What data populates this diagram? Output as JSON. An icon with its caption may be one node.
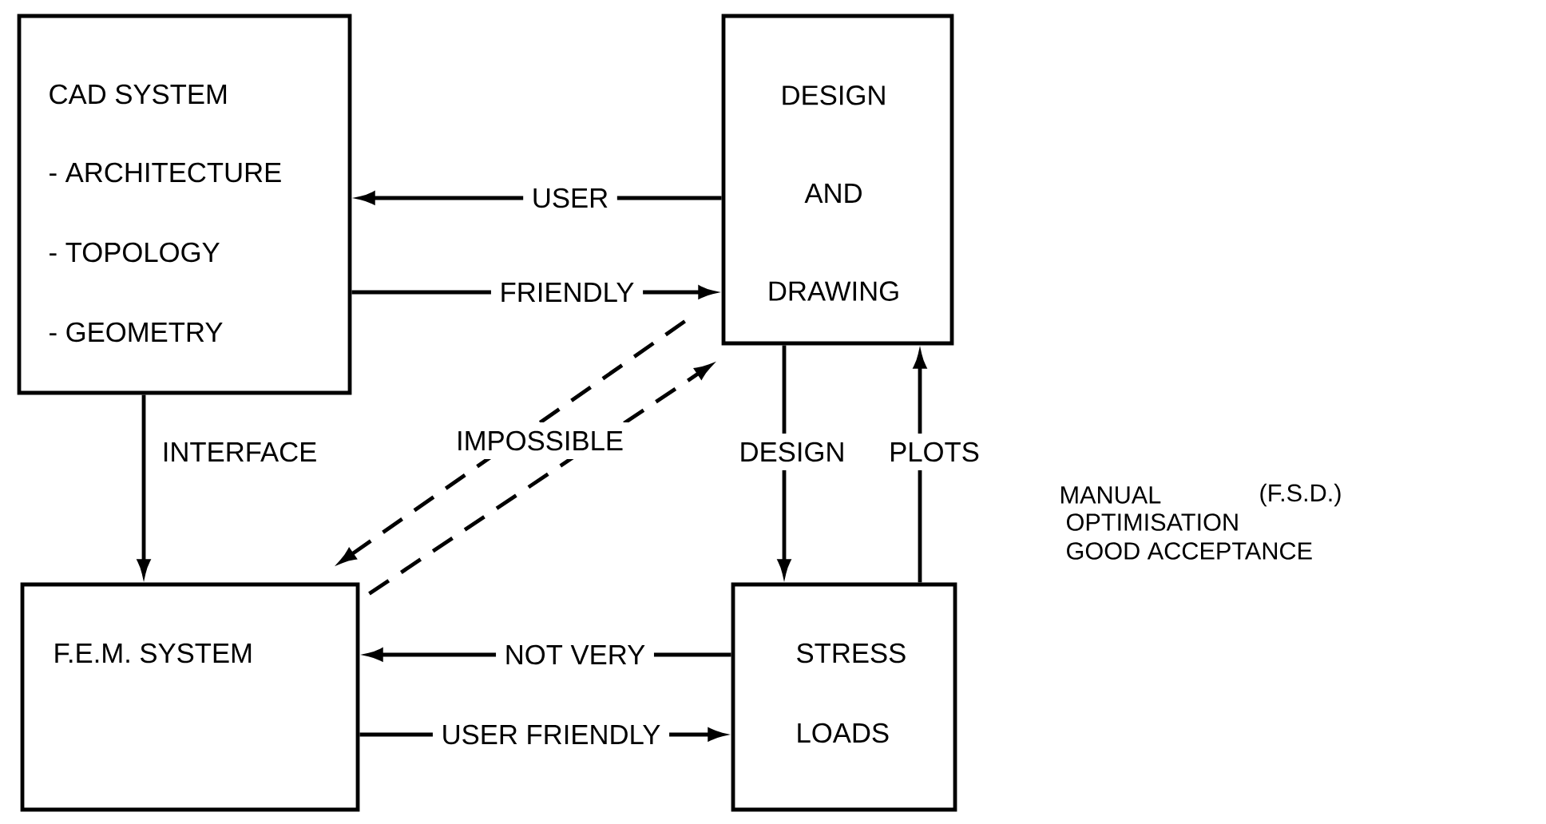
{
  "diagram": {
    "nodes": [
      {
        "text": [
          "CAD SYSTEM",
          "- ARCHITECTURE",
          "- TOPOLOGY",
          "- GEOMETRY"
        ]
      },
      {
        "text": [
          "DESIGN AND DRAWING"
        ]
      },
      {
        "text": [
          "F.E.M. SYSTEM"
        ]
      },
      {
        "text": [
          "STRESS",
          "LOADS"
        ]
      }
    ],
    "edges": [
      {
        "from": 1,
        "to": 0,
        "arrow": "to",
        "label": "USER"
      },
      {
        "from": 0,
        "to": 1,
        "arrow": "to",
        "label": "FRIENDLY"
      },
      {
        "from": 0,
        "to": 2,
        "arrow": "to",
        "label": "INTERFACE"
      },
      {
        "from": 1,
        "to": 2,
        "arrow": "to",
        "style": "dashed",
        "label": "IMPOSSIBLE"
      },
      {
        "from": 2,
        "to": 1,
        "arrow": "to",
        "style": "dashed"
      },
      {
        "from": 1,
        "to": 3,
        "arrow": "to",
        "label": "DESIGN"
      },
      {
        "from": 3,
        "to": 1,
        "arrow": "to",
        "label": "PLOTS"
      },
      {
        "from": 3,
        "to": 2,
        "arrow": "to",
        "label": "NOT VERY"
      },
      {
        "from": 2,
        "to": 3,
        "arrow": "to",
        "label": "USER FRIENDLY"
      }
    ],
    "labels": [
      "MANUAL",
      "(F.S.D.)",
      "OPTIMISATION",
      "GOOD ACCEPTANCE"
    ]
  }
}
